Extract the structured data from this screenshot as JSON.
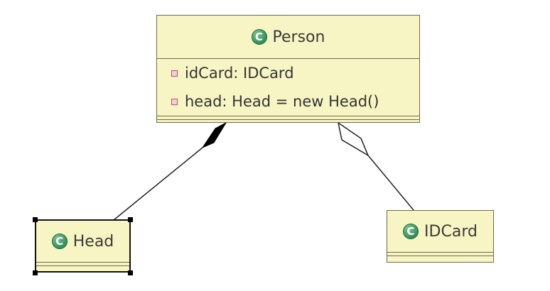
{
  "classes": {
    "person": {
      "name": "Person",
      "attributes": [
        "idCard: IDCard",
        "head: Head = new Head()"
      ]
    },
    "head": {
      "name": "Head"
    },
    "idcard": {
      "name": "IDCard"
    }
  },
  "relations": [
    {
      "type": "composition",
      "from": "Person",
      "to": "Head"
    },
    {
      "type": "aggregation",
      "from": "Person",
      "to": "IDCard"
    }
  ],
  "colors": {
    "class_fill": "#f8f5c4",
    "class_border": "#6b6b48",
    "class_icon": "#2e8b57",
    "field_icon": "#c0506d"
  },
  "icons": {
    "class": "class-c-icon",
    "field": "private-field-icon"
  }
}
